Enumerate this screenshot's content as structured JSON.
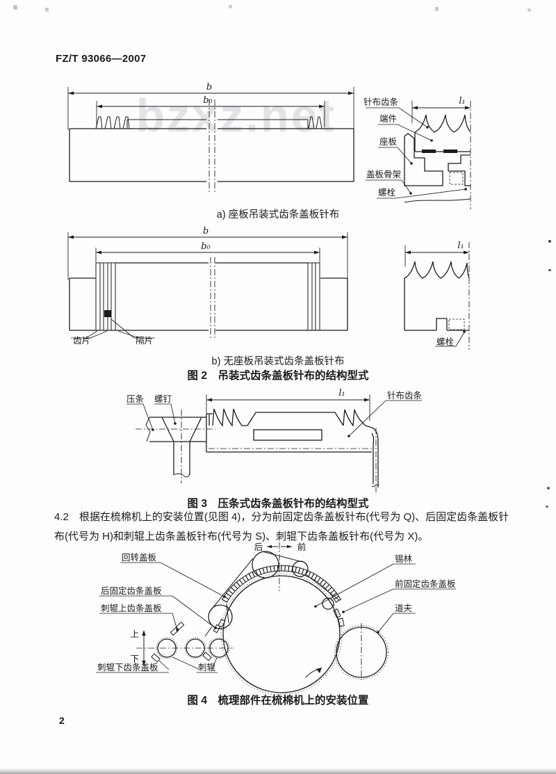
{
  "header": {
    "standard_code": "FZ/T 93066—2007"
  },
  "watermark": {
    "text": "bzxz.net"
  },
  "figure2a": {
    "dim_b": "b",
    "dim_b0": "b₀",
    "dim_l1": "l₁",
    "label_needle_strip": "针布齿条",
    "label_end_piece": "端件",
    "label_seat_plate": "座板",
    "label_flat_frame": "盖板骨架",
    "label_bolt": "螺栓",
    "caption": "a) 座板吊装式齿条盖板针布"
  },
  "figure2b": {
    "dim_b": "b",
    "dim_b0": "b₀",
    "dim_l1": "l₁",
    "label_tooth_piece": "齿片",
    "label_spacer": "隔片",
    "label_bolt": "螺栓",
    "caption": "b) 无座板吊装式齿条盖板针布"
  },
  "figure2_title": "图 2　吊装式齿条盖板针布的结构型式",
  "figure3": {
    "dim_l1": "l₁",
    "label_pressure_strip": "压条",
    "label_screw": "螺钉",
    "label_needle_strip": "针布齿条",
    "title": "图 3　压条式齿条盖板针布的结构型式"
  },
  "section42": {
    "lines": [
      "4.2　根据在梳棉机上的安装位置(见图 4)，分为前固定齿条盖板针布(代号为 Q)、后固定齿条盖板针",
      "布(代号为 H)和刺辊上齿条盖板针布(代号为 S)、刺辊下齿条盖板针布(代号为 X)。"
    ]
  },
  "figure4": {
    "label_rear": "后",
    "label_front": "前",
    "label_up": "上",
    "label_down": "下",
    "label_revolving_flat": "回转盖板",
    "label_rear_fixed_flat": "后固定齿条盖板",
    "label_lickerin_upper_flat": "刺辊上齿条盖板",
    "label_lickerin_lower_flat": "刺辊下齿条盖板",
    "label_lickerin": "刺辊",
    "label_cylinder": "锡林",
    "label_front_fixed_flat": "前固定齿条盖板",
    "label_doffer": "道夫",
    "title": "图 4　梳理部件在梳棉机上的安装位置"
  },
  "footer": {
    "page_number": "2"
  }
}
